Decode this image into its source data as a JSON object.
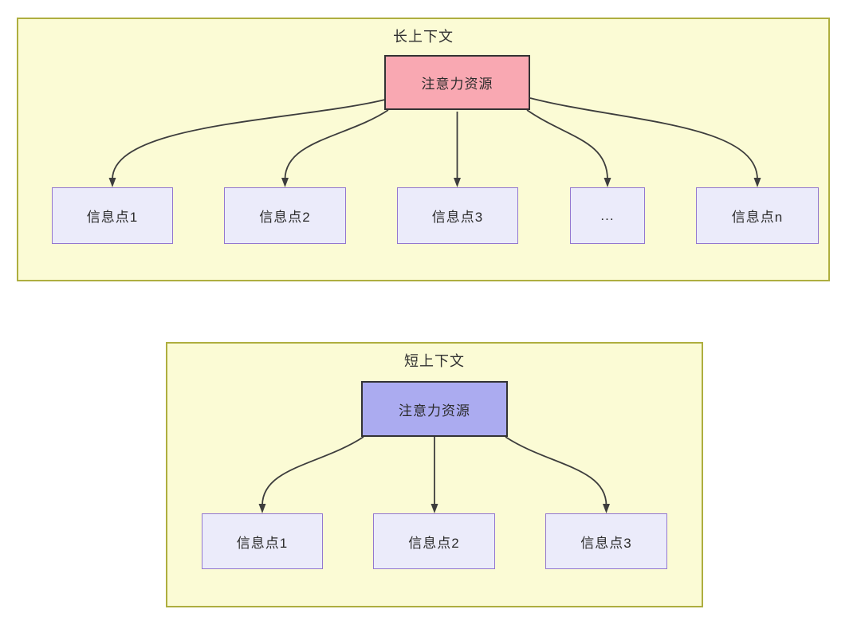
{
  "colors": {
    "page_background": "#ffffff",
    "container_fill": "#fbfbd5",
    "container_border": "#aeae3f",
    "long_root_fill": "#f9a8b2",
    "short_root_fill": "#ababf0",
    "info_node_fill": "#ebebfa",
    "info_node_border": "#9377cf",
    "root_border": "#333333",
    "arrow": "#3d3d3d",
    "text": "#2b2b2b"
  },
  "diagrams": {
    "long": {
      "title": "长上下文",
      "root_label": "注意力资源",
      "nodes": [
        {
          "label": "信息点1"
        },
        {
          "label": "信息点2"
        },
        {
          "label": "信息点3"
        },
        {
          "label": "..."
        },
        {
          "label": "信息点n"
        }
      ]
    },
    "short": {
      "title": "短上下文",
      "root_label": "注意力资源",
      "nodes": [
        {
          "label": "信息点1"
        },
        {
          "label": "信息点2"
        },
        {
          "label": "信息点3"
        }
      ]
    }
  }
}
